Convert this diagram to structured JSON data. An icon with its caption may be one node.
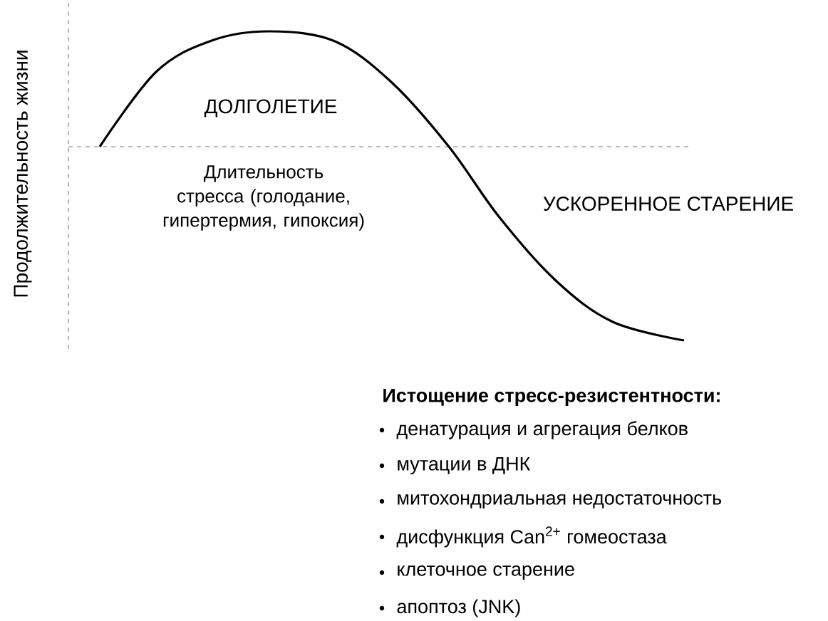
{
  "diagram": {
    "labels": [
      "Продолжительность жизни",
      "ДОЛГОЛЕТИЕ",
      "Длительность стресса (голодание, гипертермия, гипоксия)",
      "УСКОРЕННОЕ СТАРЕНИЕ",
      "Истощение стресс-резистентности:",
      "денатурация и агрегация белков",
      "мутации в ДНК",
      "митохондриальная недостаточность",
      "дисфункция Can$^{2+}$ гомеостаза",
      "клеточное старение",
      "апоптоз (JNK)"
    ]
  }
}
